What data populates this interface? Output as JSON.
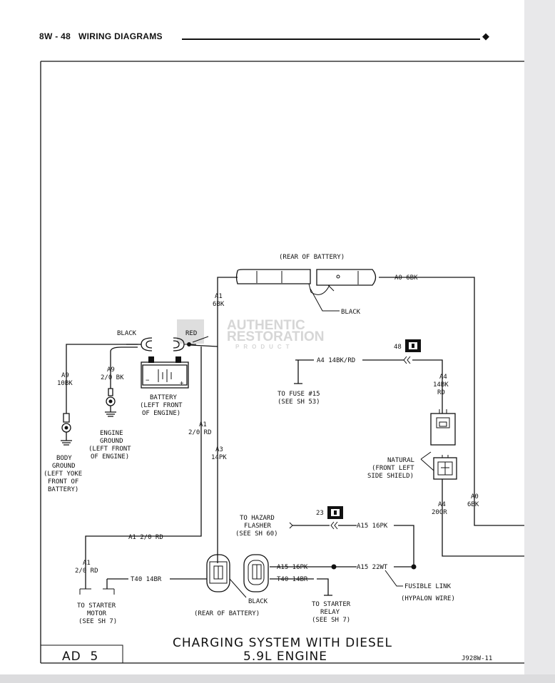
{
  "header": {
    "page_number": "8W - 48",
    "title": "WIRING DIAGRAMS"
  },
  "watermark": {
    "line1": "AUTHENTIC",
    "line2": "RESTORATION",
    "line3": "PRODUCT"
  },
  "title_block": {
    "title_line1": "CHARGING SYSTEM WITH DIESEL",
    "title_line2": "5.9L ENGINE",
    "section": "AD  5",
    "figure_id": "J928W-11"
  },
  "labels": {
    "rear_of_battery_top": "(REAR OF BATTERY)",
    "a0_6bk": "A0 6BK",
    "a1": "A1",
    "six_bk": "6BK",
    "black_conn": "BLACK",
    "black_term": "BLACK",
    "red_term": "RED",
    "a9_left": "A9",
    "ten_bk": "10BK",
    "a9_mid": "A9",
    "two_zero_bk": "2/0 BK",
    "battery": [
      "BATTERY",
      "(LEFT FRONT",
      "OF ENGINE)"
    ],
    "engine_ground": [
      "ENGINE",
      "GROUND",
      "(LEFT FRONT",
      "OF ENGINE)"
    ],
    "body_ground": [
      "BODY",
      "GROUND",
      "(LEFT YOKE",
      "FRONT OF",
      "BATTERY)"
    ],
    "a1_2_0_rd_vert": [
      "A1",
      "2/0 RD"
    ],
    "a3_14pk": [
      "A3",
      "14PK"
    ],
    "conn48": "48",
    "a4_14bk_rd": "A4 14BK/RD",
    "a4_vert": [
      "A4",
      "14BK",
      "RD"
    ],
    "to_fuse": [
      "TO FUSE #15",
      "(SEE SH 53)"
    ],
    "natural": [
      "NATURAL",
      "(FRONT LEFT",
      "SIDE SHIELD)"
    ],
    "a4_20or": [
      "A4",
      "20OR"
    ],
    "a0_6bk_vert": [
      "A0",
      "6BK"
    ],
    "conn23": "23",
    "to_hazard": [
      "TO HAZARD",
      "FLASHER",
      "(SEE SH 60)"
    ],
    "a15_16pk_top": "A15 16PK",
    "a1_2_0_rd_horiz": "A1 2/0 RD",
    "a1_left": [
      "A1",
      "2/0 RD"
    ],
    "t40_14br_left": "T40 14BR",
    "a15_16pk_mid": "A15 16PK",
    "t40_14br_mid": "T40 14BR",
    "a15_22wt": "A15 22WT",
    "fusible_link": [
      "FUSIBLE LINK",
      "(HYPALON WIRE)"
    ],
    "black_bottom": "BLACK",
    "rear_of_battery_bottom": "(REAR OF BATTERY)",
    "to_starter_relay": [
      "TO STARTER",
      "RELAY",
      "(SEE SH 7)"
    ],
    "to_starter_motor": [
      "TO STARTER",
      "MOTOR",
      "(SEE SH 7)"
    ]
  }
}
